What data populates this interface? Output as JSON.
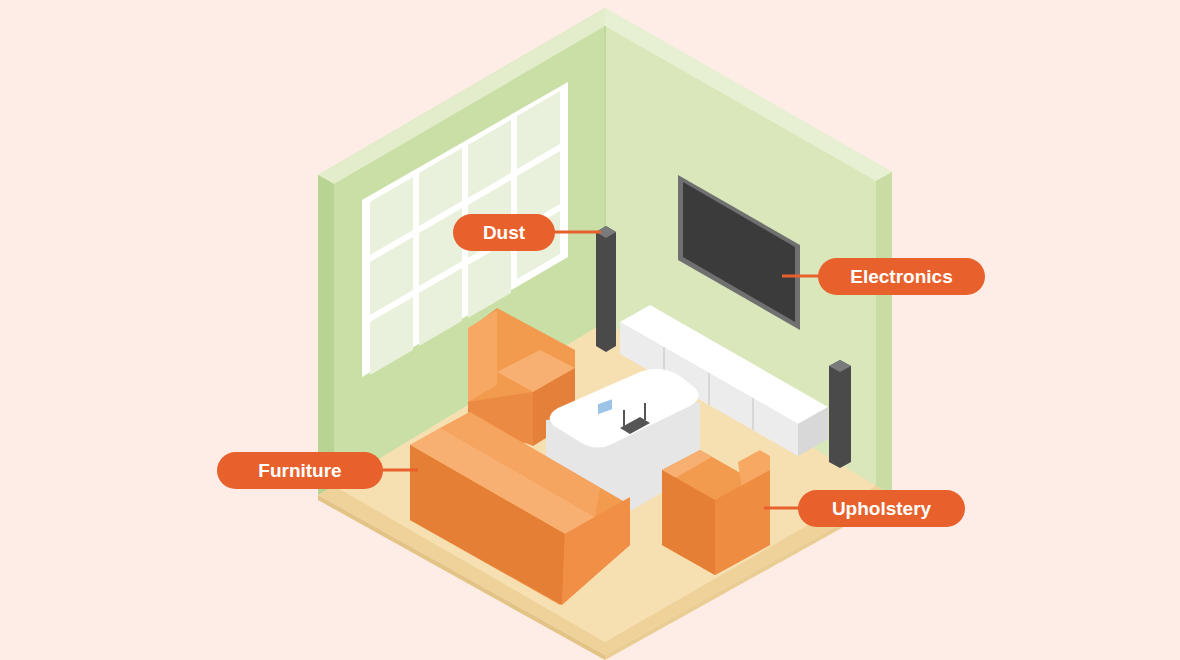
{
  "diagram": {
    "nodes": [
      {
        "text": [
          "Dust"
        ]
      },
      {
        "text": [
          "Electronics"
        ]
      },
      {
        "text": [
          "Furniture"
        ]
      },
      {
        "text": [
          "Upholstery"
        ]
      }
    ]
  }
}
